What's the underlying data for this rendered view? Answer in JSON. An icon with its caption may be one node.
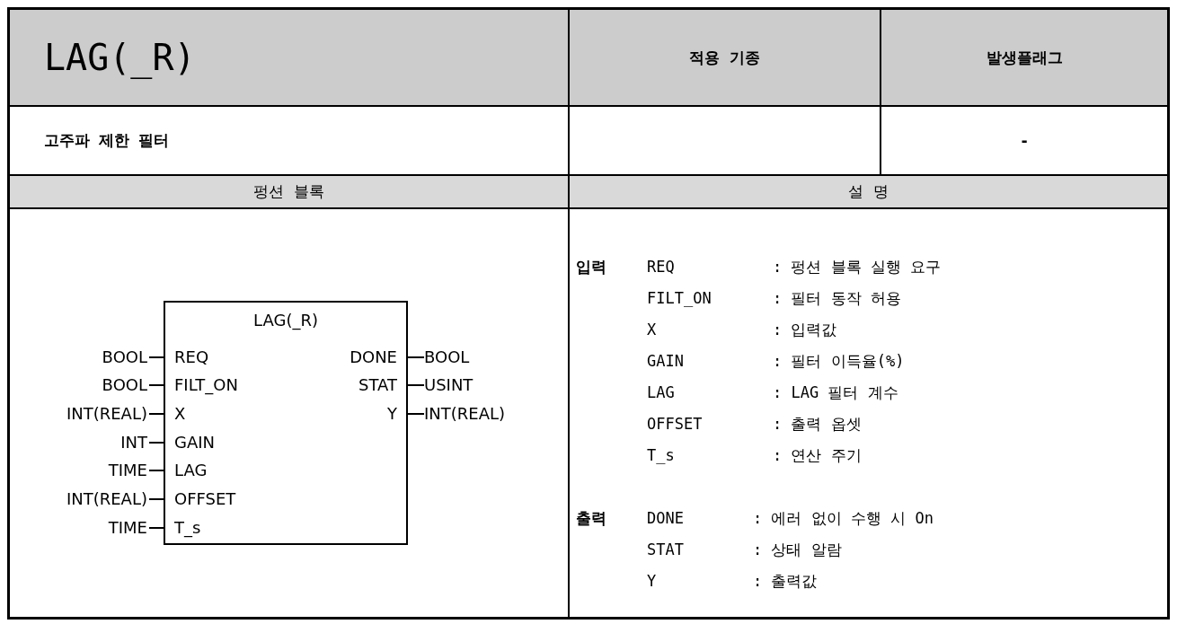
{
  "diagram": {
    "nodes": [
      {
        "text": [
          "LAG(_R)"
        ]
      },
      {
        "text": [
          "REQ"
        ],
        "in": 0
      },
      {
        "text": [
          "FILT_ON"
        ],
        "in": 0
      },
      {
        "text": [
          "X"
        ],
        "in": 0
      },
      {
        "text": [
          "GAIN"
        ],
        "in": 0
      },
      {
        "text": [
          "LAG"
        ],
        "in": 0
      },
      {
        "text": [
          "OFFSET"
        ],
        "in": 0
      },
      {
        "text": [
          "T_s"
        ],
        "in": 0
      },
      {
        "text": [
          "DONE"
        ],
        "in": 0
      },
      {
        "text": [
          "STAT"
        ],
        "in": 0
      },
      {
        "text": [
          "Y"
        ],
        "in": 0
      },
      {
        "text": [
          "BOOL"
        ]
      },
      {
        "text": [
          "BOOL"
        ]
      },
      {
        "text": [
          "INT(REAL)"
        ]
      },
      {
        "text": [
          "INT"
        ]
      },
      {
        "text": [
          "TIME"
        ]
      },
      {
        "text": [
          "INT(REAL)"
        ]
      },
      {
        "text": [
          "TIME"
        ]
      },
      {
        "text": [
          "BOOL"
        ]
      },
      {
        "text": [
          "USINT"
        ]
      },
      {
        "text": [
          "INT(REAL)"
        ]
      }
    ],
    "edges": [
      {
        "from": 11,
        "to": 1,
        "arrow": "none"
      },
      {
        "from": 12,
        "to": 2,
        "arrow": "none"
      },
      {
        "from": 13,
        "to": 3,
        "arrow": "none"
      },
      {
        "from": 14,
        "to": 4,
        "arrow": "none"
      },
      {
        "from": 15,
        "to": 5,
        "arrow": "none"
      },
      {
        "from": 16,
        "to": 6,
        "arrow": "none"
      },
      {
        "from": 17,
        "to": 7,
        "arrow": "none"
      },
      {
        "from": 8,
        "to": 18,
        "arrow": "none"
      },
      {
        "from": 9,
        "to": 19,
        "arrow": "none"
      },
      {
        "from": 10,
        "to": 20,
        "arrow": "none"
      }
    ],
    "labels": [
      "LAG(_R)",
      "적용 기종",
      "발생플래그",
      "고주파 제한 필터",
      "-",
      "펑션 블록",
      "설 명",
      "입력",
      "REQ",
      ": 펑션 블록 실행 요구",
      "FILT_ON",
      ": 필터 동작 허용",
      "X",
      ": 입력값",
      "GAIN",
      ": 필터 이득율(%)",
      "LAG",
      ": LAG 필터 계수",
      "OFFSET",
      ": 출력 옵셋",
      "T_s",
      ": 연산 주기",
      "출력",
      "DONE",
      ": 에러 없이 수행 시 On",
      "STAT",
      ": 상태 알람",
      "Y",
      ": 출력값"
    ]
  }
}
